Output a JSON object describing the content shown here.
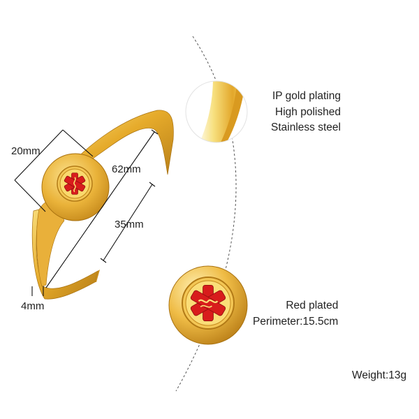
{
  "dimensions": {
    "diameter": "20mm",
    "length": "62mm",
    "inner_width": "35mm",
    "band_width": "4mm"
  },
  "detail_top": {
    "line1": "IP gold plating",
    "line2": "High polished",
    "line3": "Stainless steel"
  },
  "detail_bottom": {
    "line1": "Red plated",
    "line2": "Perimeter:15.5cm"
  },
  "weight": "Weight:13g",
  "colors": {
    "gold": "#e6ab2b",
    "gold_light": "#f6d772",
    "gold_dark": "#b27a16",
    "enamel_red": "#d81c1c"
  }
}
